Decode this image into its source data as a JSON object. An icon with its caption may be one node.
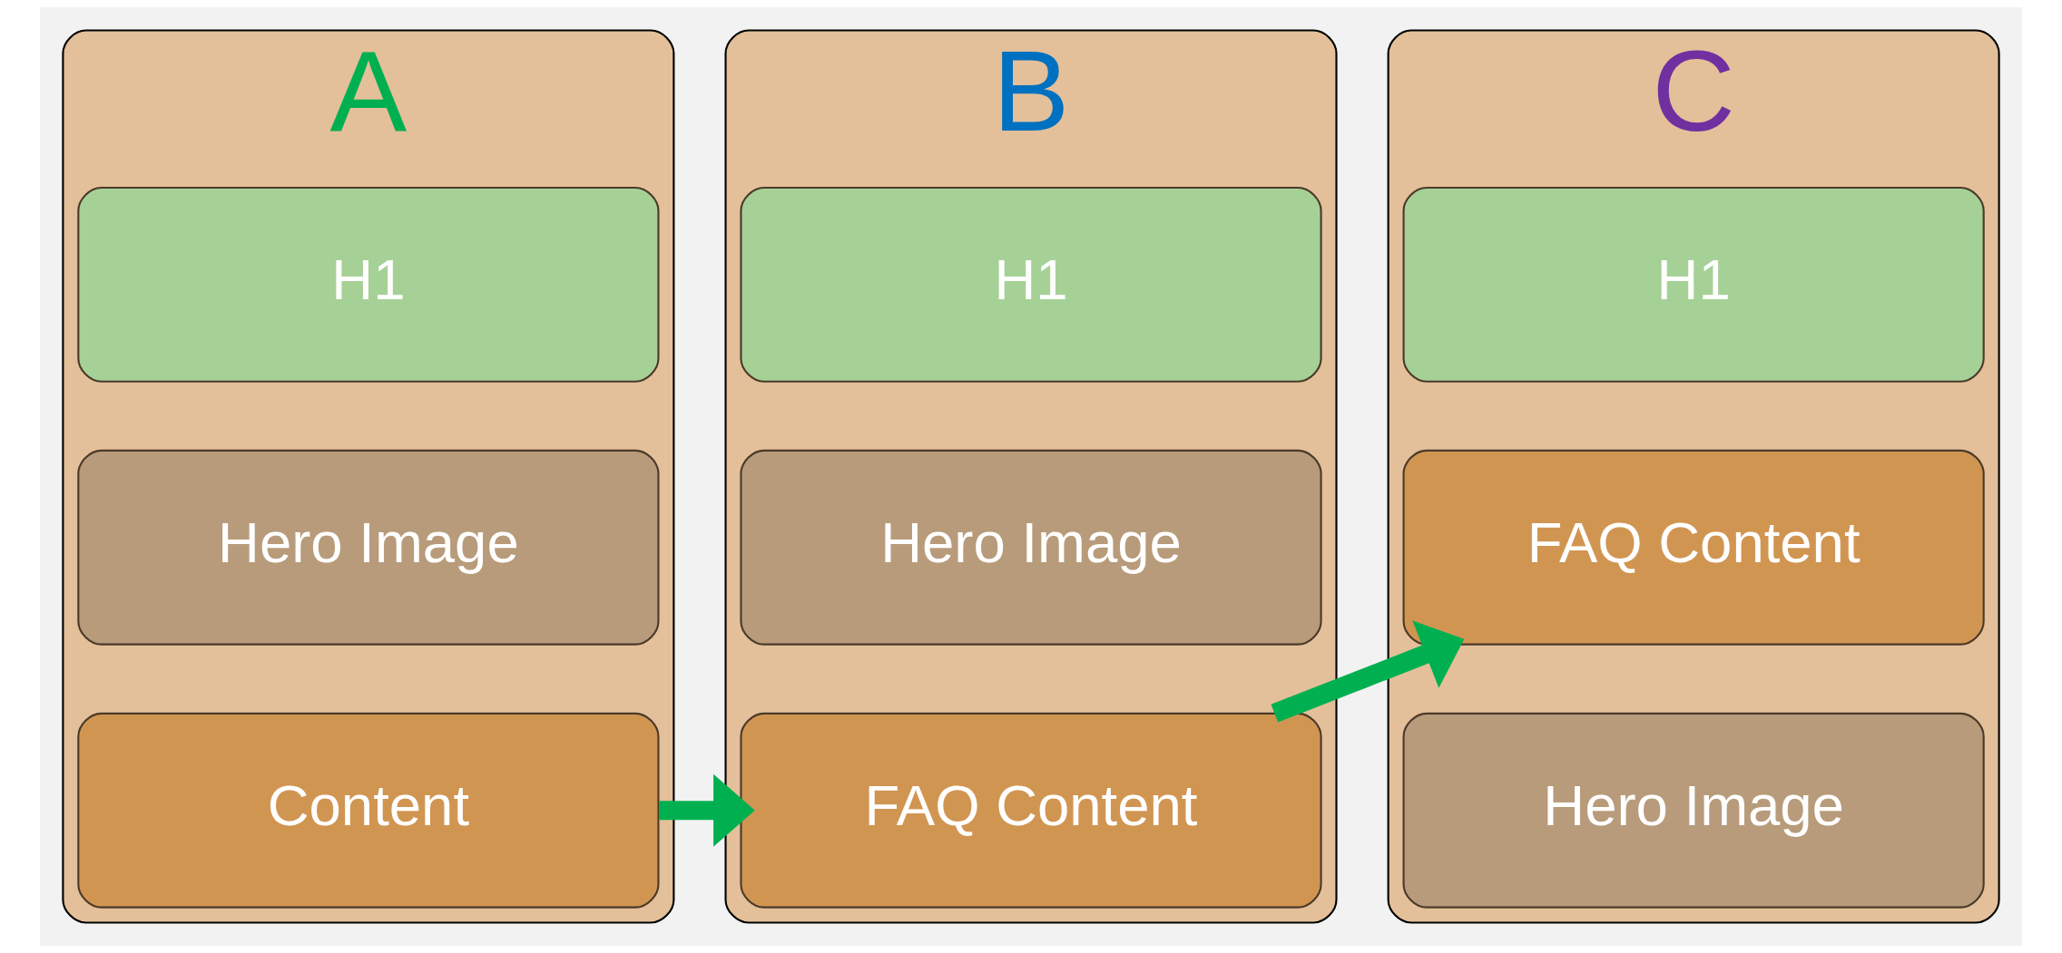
{
  "diagram": {
    "nodes": [
      {
        "text": [
          "A"
        ]
      },
      {
        "text": [
          "H1"
        ],
        "in": 0
      },
      {
        "text": [
          "Hero Image"
        ],
        "in": 0
      },
      {
        "text": [
          "Content"
        ],
        "in": 0
      },
      {
        "text": [
          "B"
        ]
      },
      {
        "text": [
          "H1"
        ],
        "in": 4
      },
      {
        "text": [
          "Hero Image"
        ],
        "in": 4
      },
      {
        "text": [
          "FAQ Content"
        ],
        "in": 4
      },
      {
        "text": [
          "C"
        ]
      },
      {
        "text": [
          "H1"
        ],
        "in": 8
      },
      {
        "text": [
          "FAQ Content"
        ],
        "in": 8
      },
      {
        "text": [
          "Hero Image"
        ],
        "in": 8
      }
    ],
    "edges": [
      {
        "from": 3,
        "to": 7,
        "arrow": "to"
      },
      {
        "from": 7,
        "to": 10,
        "arrow": "to"
      }
    ]
  }
}
